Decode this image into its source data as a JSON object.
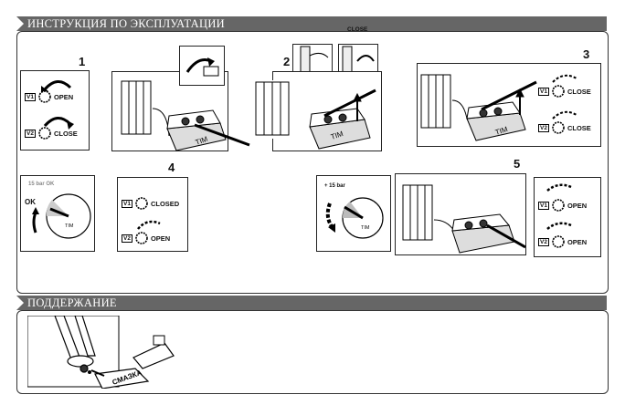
{
  "sections": {
    "instructions_title": "ИНСТРУКЦИЯ ПО ЭКСПЛУАТАЦИИ",
    "maintenance_title": "ПОДДЕРЖАНИЕ"
  },
  "top_label": "CLOSE",
  "steps": {
    "s1": "1",
    "s2": "2",
    "s3": "3",
    "s4": "4",
    "s5": "5"
  },
  "valves": {
    "v1": "V1",
    "v2": "V2",
    "open": "OPEN",
    "close": "CLOSE",
    "closed": "CLOSED"
  },
  "gauge1": {
    "top_label": "15 bar OK",
    "ok_label": "OK",
    "brand": "TIM"
  },
  "gauge2": {
    "top_label": "+ 15 bar",
    "brand": "TIM"
  },
  "pump_brand": "TIM",
  "maintenance": {
    "lubricant_label": "СМАЗКА"
  }
}
